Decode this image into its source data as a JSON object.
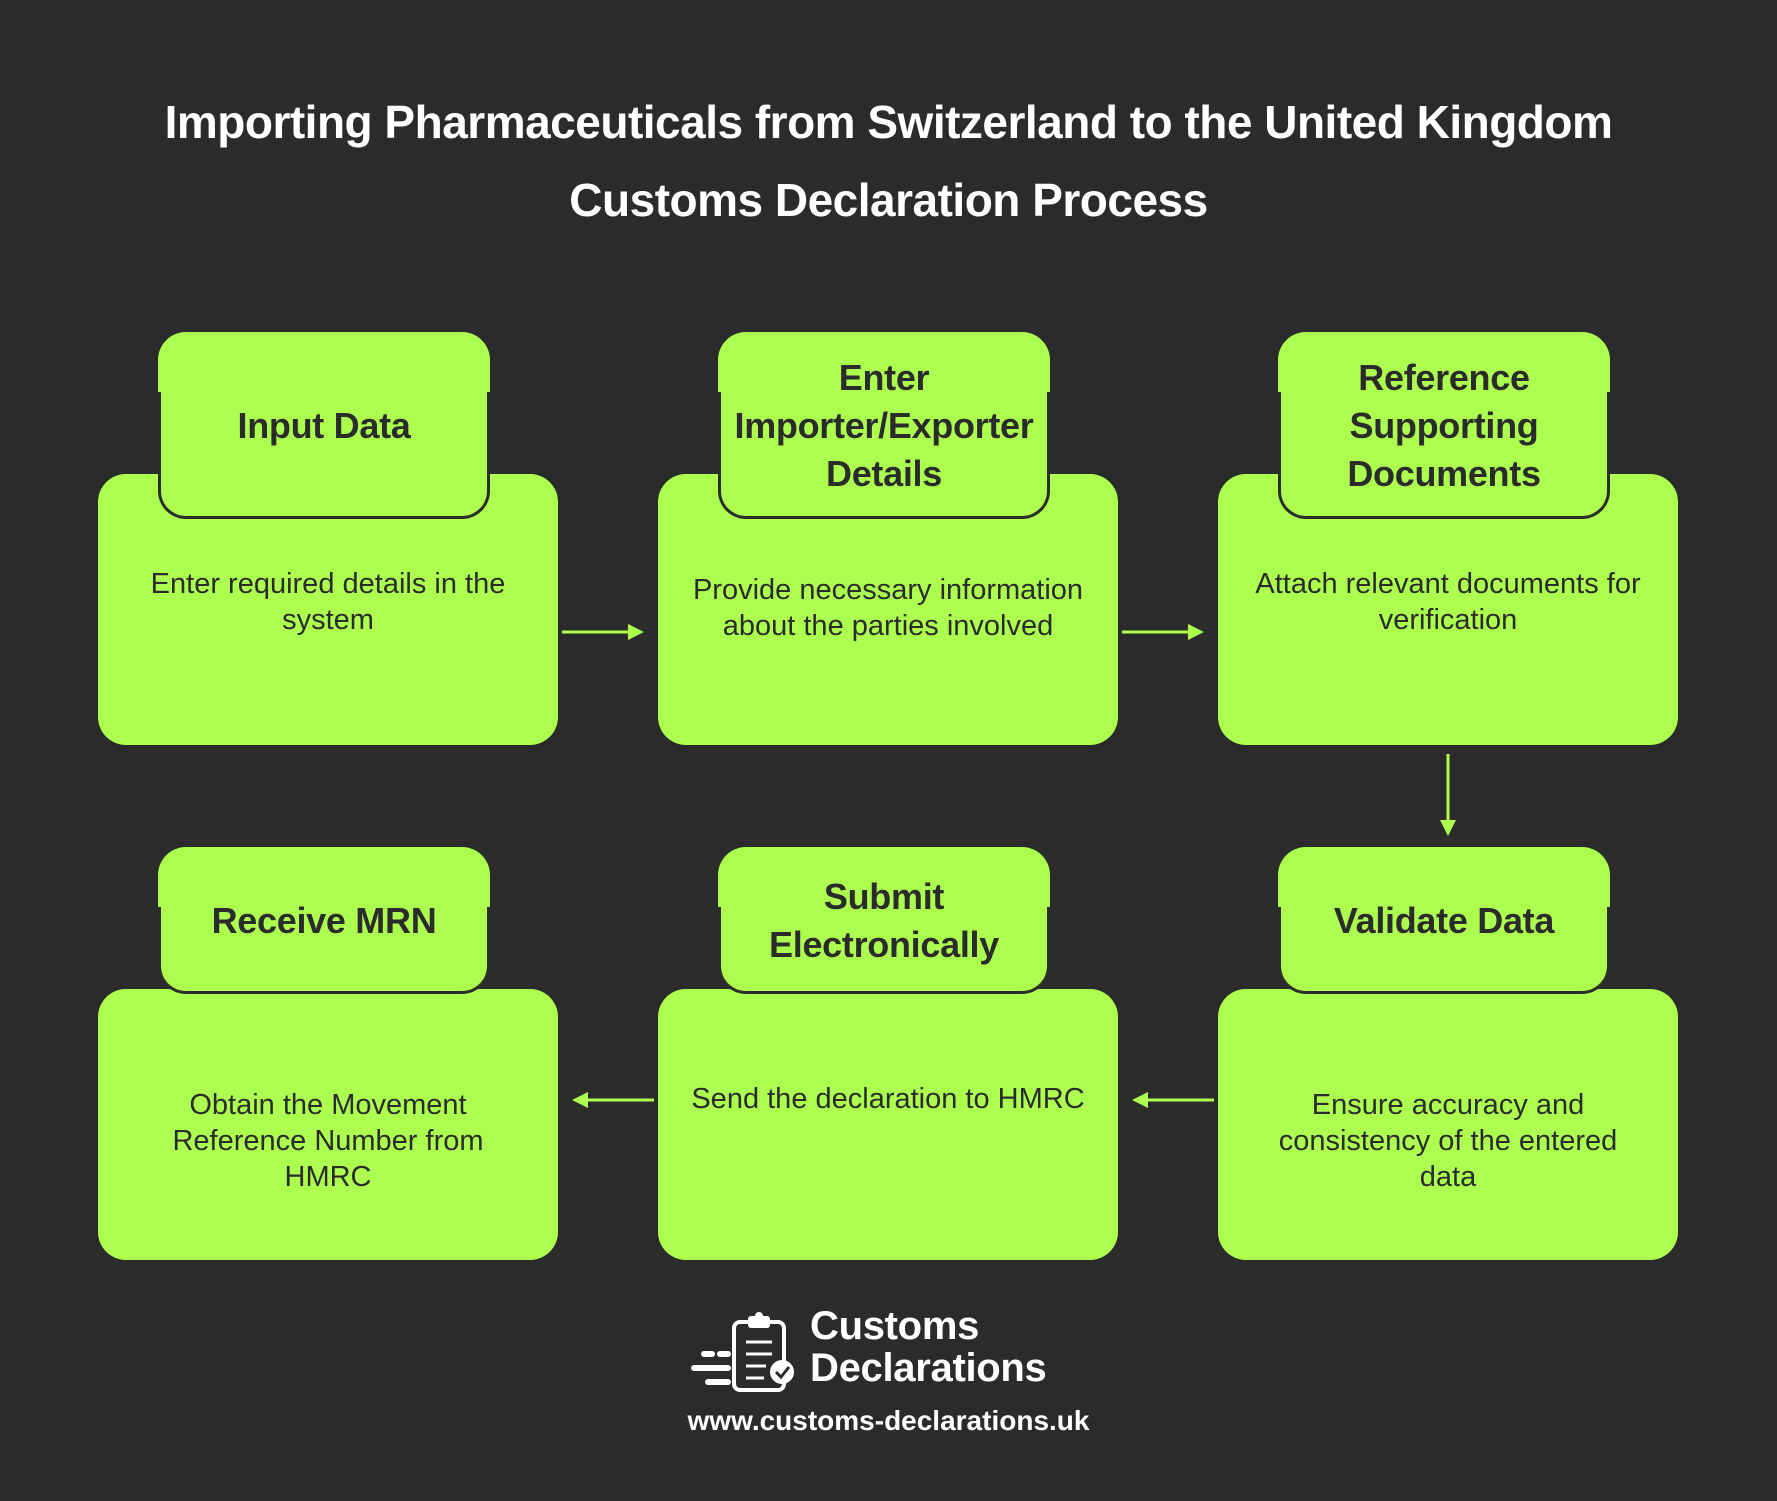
{
  "title": {
    "line1": "Importing Pharmaceuticals from Switzerland to the United Kingdom",
    "line2": "Customs Declaration Process"
  },
  "colors": {
    "background": "#2b2b2b",
    "accent": "#adff4f",
    "text_dark": "#2b2b2b",
    "text_light": "#ffffff"
  },
  "steps": [
    {
      "title": "Input Data",
      "description": "Enter required details in the system"
    },
    {
      "title": "Enter Importer/Exporter Details",
      "description": "Provide necessary information about the parties involved"
    },
    {
      "title": "Reference Supporting Documents",
      "description": "Attach relevant documents for verification"
    },
    {
      "title": "Validate Data",
      "description": "Ensure accuracy and consistency of the entered data"
    },
    {
      "title": "Submit Electronically",
      "description": "Send the declaration to HMRC"
    },
    {
      "title": "Receive MRN",
      "description": "Obtain the Movement Reference Number from HMRC"
    }
  ],
  "flow": [
    {
      "from": "Input Data",
      "to": "Enter Importer/Exporter Details",
      "direction": "right"
    },
    {
      "from": "Enter Importer/Exporter Details",
      "to": "Reference Supporting Documents",
      "direction": "right"
    },
    {
      "from": "Reference Supporting Documents",
      "to": "Validate Data",
      "direction": "down"
    },
    {
      "from": "Validate Data",
      "to": "Submit Electronically",
      "direction": "left"
    },
    {
      "from": "Submit Electronically",
      "to": "Receive MRN",
      "direction": "left"
    }
  ],
  "footer": {
    "brand_line1": "Customs",
    "brand_line2": "Declarations",
    "logo_icon": "clipboard-check-icon",
    "url": "www.customs-declarations.uk"
  }
}
